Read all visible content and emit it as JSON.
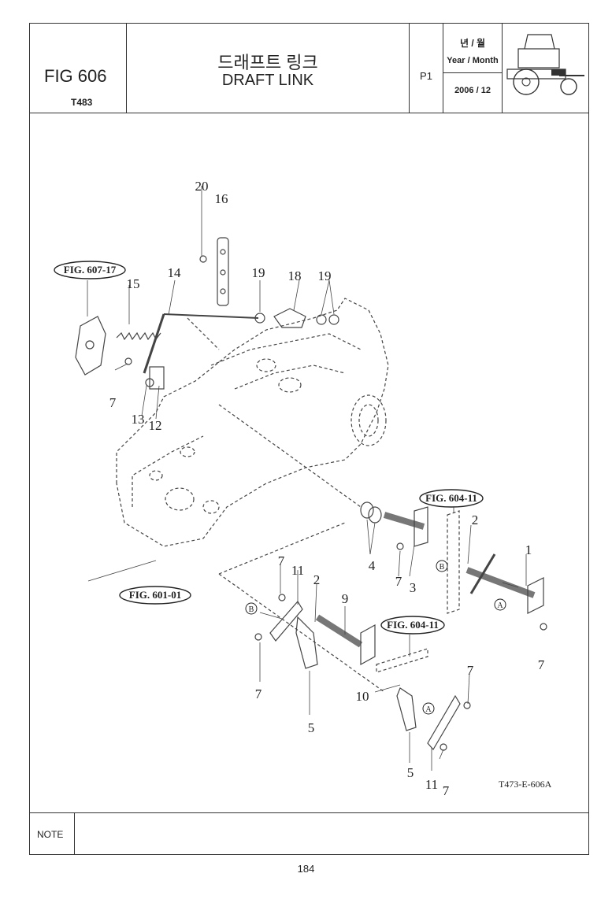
{
  "header": {
    "fig_no": "FIG 606",
    "model": "T483",
    "title_kr": "드래프트 링크",
    "title_en": "DRAFT LINK",
    "page": "P1",
    "ym_kr": "년 / 월",
    "ym_en": "Year / Month",
    "date": "2006 / 12"
  },
  "diagram": {
    "callouts": [
      "20",
      "16",
      "15",
      "14",
      "19",
      "18",
      "19",
      "7",
      "13",
      "12",
      "4",
      "7",
      "3",
      "2",
      "1",
      "7",
      "11",
      "2",
      "9",
      "7",
      "5",
      "10",
      "5",
      "11",
      "7",
      "7",
      "7"
    ],
    "references": [
      "FIG. 607-17",
      "FIG. 601-01",
      "FIG. 604-11",
      "FIG. 604-11"
    ],
    "marks": [
      "B",
      "A",
      "B",
      "A"
    ],
    "drawing_code": "T473-E-606A"
  },
  "footer": {
    "note_label": "NOTE",
    "page_number": "184"
  }
}
